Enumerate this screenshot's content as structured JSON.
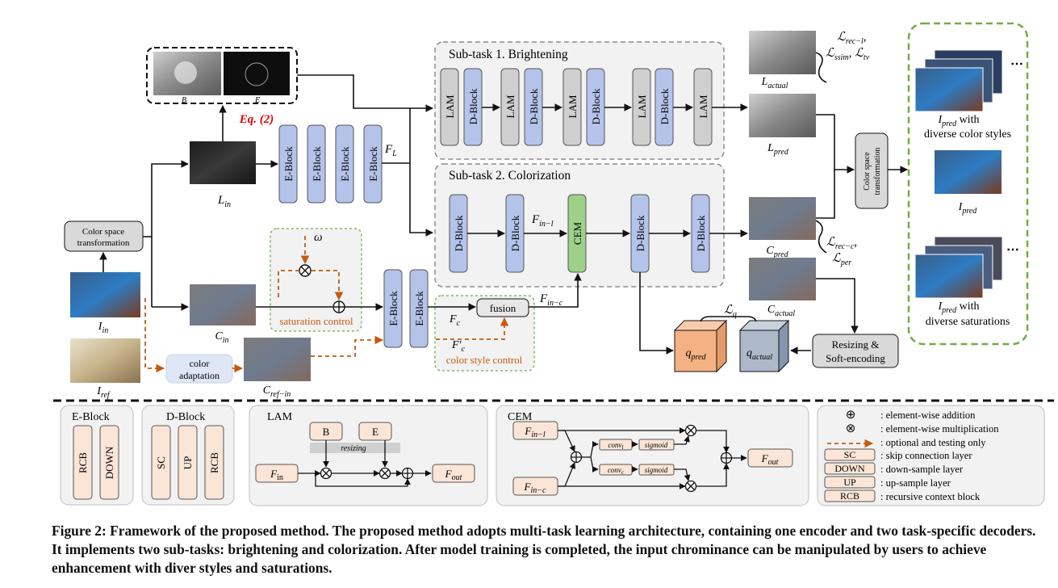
{
  "header": {},
  "main": {
    "blocks": {
      "e_block": "E-Block",
      "d_block": "D-Block",
      "lam": "LAM",
      "cem": "CEM",
      "color_space": [
        "Color space",
        "transformation"
      ],
      "color_space_vertical": [
        "Color space",
        "transformation"
      ],
      "color_adaptation": [
        "color",
        "adaptation"
      ],
      "fusion": "fusion",
      "resizing": [
        "Resizing &",
        "Soft-encoding"
      ]
    },
    "subtask1": "Sub-task 1. Brightening",
    "subtask2": "Sub-task 2. Colorization",
    "eq": "Eq. (2)",
    "be_labels": {
      "b": "B",
      "e": "E"
    },
    "labels": {
      "l_in": "L",
      "l_in_sub": "in",
      "f_l": "F",
      "f_l_sub": "L",
      "i_in": "I",
      "i_in_sub": "in",
      "i_ref": "I",
      "i_ref_sub": "ref",
      "c_in": "C",
      "c_in_sub": "in",
      "c_ref_in": "C",
      "c_ref_in_sub": "ref−in",
      "omega": "ω",
      "saturation_control": "saturation control",
      "color_style_control": "color style control",
      "f_c": "F",
      "f_c_sub": "c",
      "f_prime_c": "F′",
      "f_prime_c_sub": "c",
      "f_in_c": "F",
      "f_in_c_sub": "in−c",
      "f_in_l": "F",
      "f_in_l_sub": "in−l",
      "l_actual": "L",
      "l_actual_sub": "actual",
      "l_pred": "L",
      "l_pred_sub": "pred",
      "c_pred": "C",
      "c_pred_sub": "pred",
      "c_actual": "C",
      "c_actual_sub": "actual",
      "loss_rec_l": "ℒ",
      "loss_rec_l_sub": "rec−l",
      "loss_ssim": "ℒ",
      "loss_ssim_sub": "ssim",
      "loss_tv": "ℒ",
      "loss_tv_sub": "tv",
      "loss_rec_c": "ℒ",
      "loss_rec_c_sub": "rec−c",
      "loss_per": "ℒ",
      "loss_per_sub": "per",
      "loss_q": "ℒ",
      "loss_q_sub": "q",
      "q_pred": "q",
      "q_pred_sub": "pred",
      "q_actual": "q",
      "q_actual_sub": "actual",
      "i_pred": "I",
      "i_pred_sub": "pred",
      "with": "with",
      "diverse_color_styles": "diverse color styles",
      "diverse_saturations": "diverse saturations"
    },
    "legend_panels": {
      "e_block": {
        "title": "E-Block",
        "items": [
          "RCB",
          "DOWN"
        ]
      },
      "d_block": {
        "title": "D-Block",
        "items": [
          "SC",
          "UP",
          "RCB"
        ]
      },
      "lam": {
        "title": "LAM",
        "b": "B",
        "e": "E",
        "resizing": "resizing",
        "f_in": "F",
        "f_in_sub": "in",
        "f_out": "F",
        "f_out_sub": "out"
      },
      "cem": {
        "title": "CEM",
        "f_in_l": "F",
        "f_in_l_sub": "in−l",
        "f_in_c": "F",
        "f_in_c_sub": "in−c",
        "conv_l": "conv",
        "conv_l_sub": "l",
        "conv_c": "conv",
        "conv_c_sub": "c",
        "sigmoid": "sigmoid",
        "f_out": "F",
        "f_out_sub": "out"
      }
    },
    "legend": [
      {
        "symbol": "⊕",
        "text": ": element-wise addition"
      },
      {
        "symbol": "⊗",
        "text": ": element-wise multiplication"
      },
      {
        "symbol": "arrow",
        "text": ": optional and testing only"
      },
      {
        "symbol": "SC",
        "text": ": skip connection layer"
      },
      {
        "symbol": "DOWN",
        "text": ": down-sample layer"
      },
      {
        "symbol": "UP",
        "text": ": up-sample layer"
      },
      {
        "symbol": "RCB",
        "text": ": recursive context block"
      }
    ],
    "colors": {
      "block_blue": "#b4c3ea",
      "block_gray": "#cfcfcf",
      "cem_green": "#9fd08a",
      "q_pred": "#f4b183",
      "q_actual": "#adb9ca",
      "orange": "#c55a11",
      "green_dash": "#70ad47",
      "salmon": "#fbe5d6"
    },
    "caption": "Figure 2: Framework of the proposed method. The proposed method adopts multi-task learning architecture, containing one encoder and two task-specific decoders. It implements two sub-tasks: brightening and colorization. After model training is completed, the input chrominance can be manipulated by users to achieve enhancement with diver styles and saturations."
  }
}
